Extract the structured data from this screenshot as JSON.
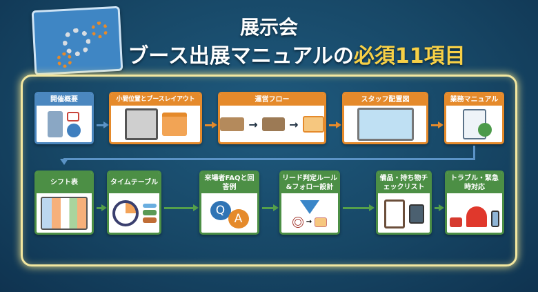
{
  "title": {
    "line1": "展示会",
    "line2_main": "ブース出展マニュアルの",
    "line2_highlight": "必須11項目"
  },
  "colors": {
    "blue": "#4b87bf",
    "orange": "#e58a2b",
    "green": "#4c8f45",
    "highlight": "#f7d046",
    "frame": "#f3e7a0"
  },
  "items": [
    {
      "label": "開催概要",
      "icon": "building-calendar-globe-icon"
    },
    {
      "label": "小間位置とブースレイアウト",
      "icon": "floor-map-booth-icon"
    },
    {
      "label": "運営フロー",
      "icon": "reception-meeting-mail-icon"
    },
    {
      "label": "スタッフ配置図",
      "icon": "staff-layout-icon"
    },
    {
      "label": "業務マニュアル",
      "icon": "document-gear-icon"
    },
    {
      "label": "シフト表",
      "icon": "shift-table-icon"
    },
    {
      "label": "タイムテーブル",
      "icon": "clock-schedule-icon"
    },
    {
      "label": "来場者FAQと回答例",
      "icon": "qa-bubbles-icon",
      "q": "Q",
      "a": "A"
    },
    {
      "label": "リード判定ルール&フォロー設計",
      "icon": "funnel-target-mail-icon"
    },
    {
      "label": "備品・持ち物チェックリスト",
      "icon": "clipboard-checklist-icon"
    },
    {
      "label": "トラブル・緊急時対応",
      "icon": "alarm-firstaid-icon"
    }
  ]
}
